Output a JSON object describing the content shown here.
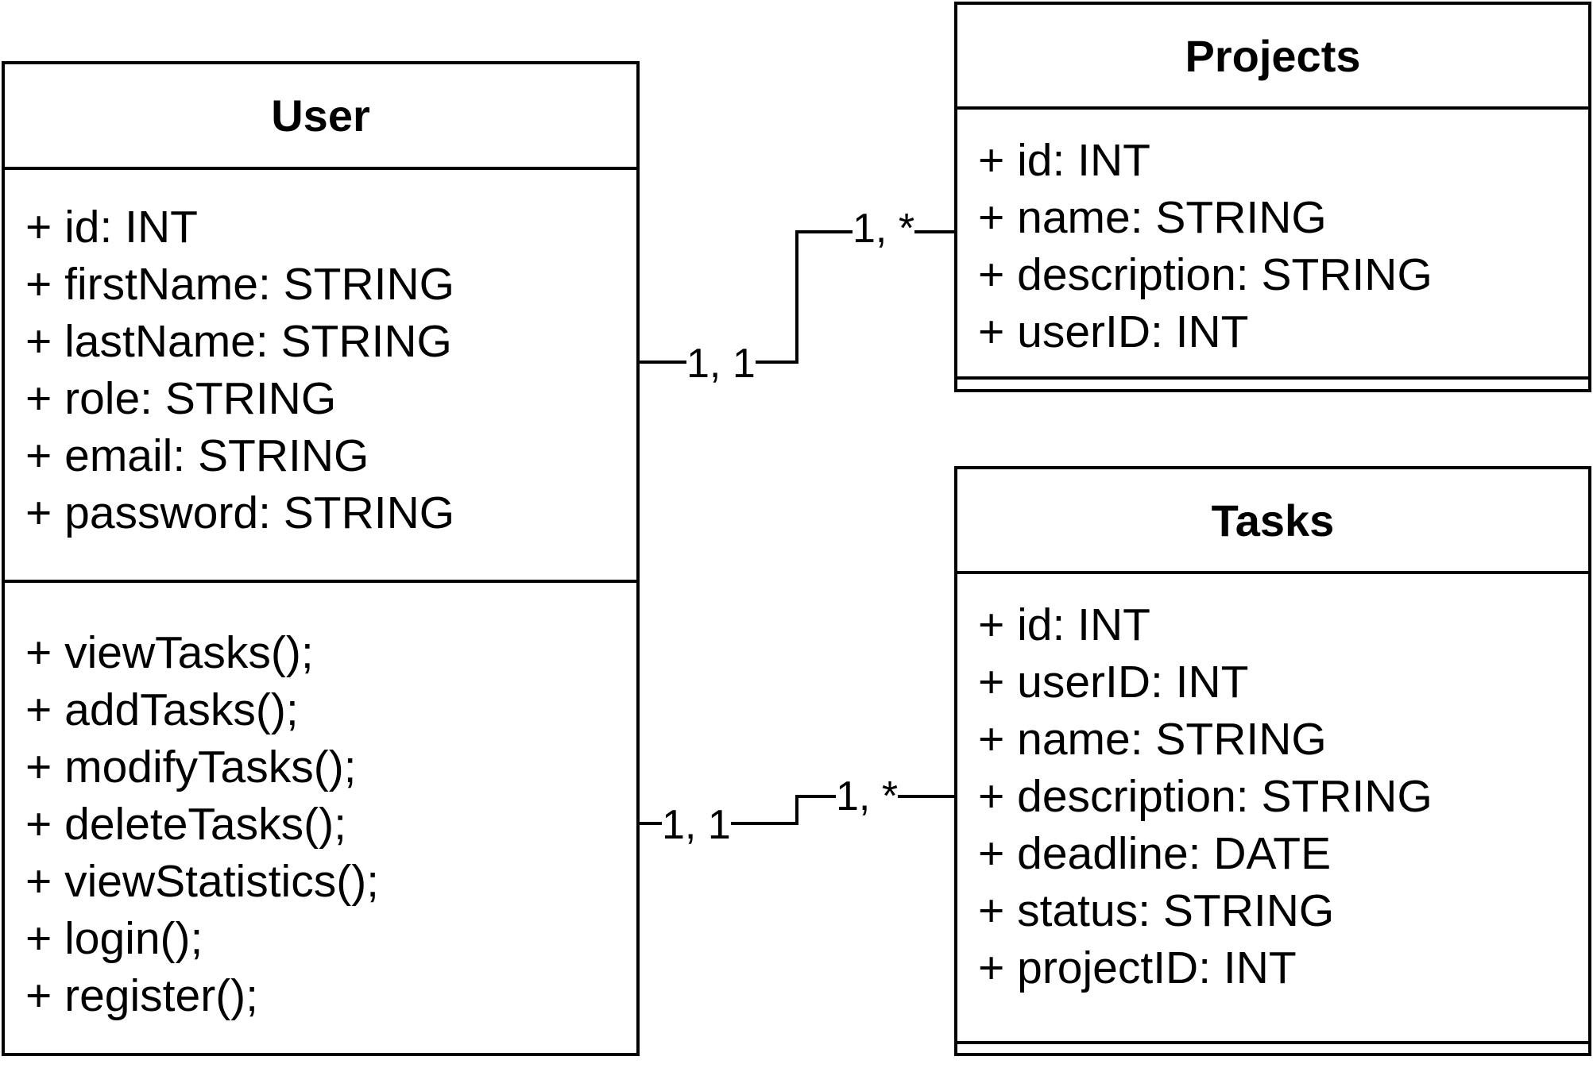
{
  "classes": {
    "user": {
      "name": "User",
      "attributes": [
        "+ id: INT",
        "+ firstName: STRING",
        "+ lastName: STRING",
        "+ role: STRING",
        "+ email: STRING",
        "+ password: STRING"
      ],
      "methods": [
        "+ viewTasks();",
        "+ addTasks();",
        "+ modifyTasks();",
        "+ deleteTasks();",
        "+ viewStatistics();",
        "+ login();",
        "+ register();"
      ]
    },
    "projects": {
      "name": "Projects",
      "attributes": [
        "+ id: INT",
        "+ name: STRING",
        "+ description: STRING",
        "+ userID: INT"
      ],
      "methods": []
    },
    "tasks": {
      "name": "Tasks",
      "attributes": [
        "+ id: INT",
        "+ userID: INT",
        "+ name: STRING",
        "+ description: STRING",
        "+ deadline: DATE",
        "+ status: STRING",
        "+ projectID: INT"
      ],
      "methods": []
    }
  },
  "relationships": [
    {
      "from": "User",
      "to": "Projects",
      "from_multiplicity": "1, 1",
      "to_multiplicity": "1, *"
    },
    {
      "from": "User",
      "to": "Tasks",
      "from_multiplicity": "1, 1",
      "to_multiplicity": "1, *"
    }
  ]
}
